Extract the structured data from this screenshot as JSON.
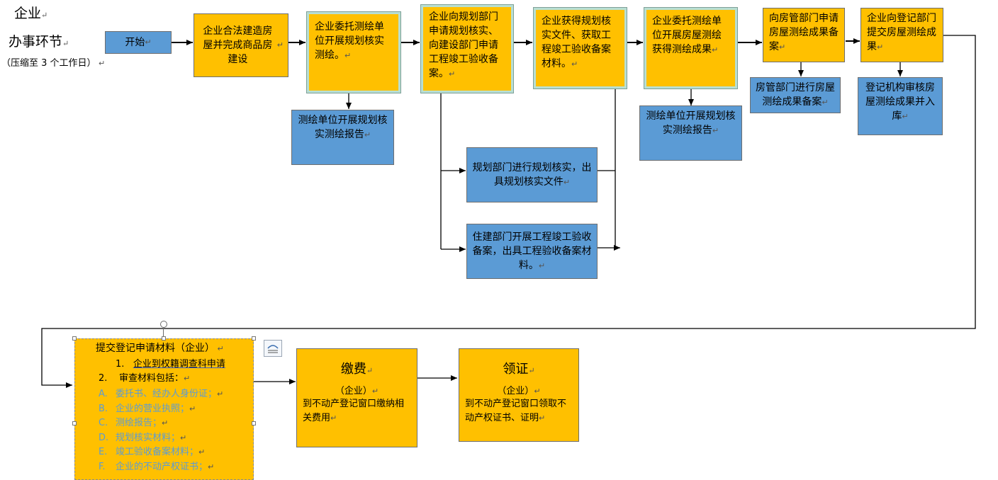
{
  "header": {
    "line1": "企业",
    "line2": "办事环节",
    "line3": "（压缩至 3 个工作日）"
  },
  "nodes": {
    "start": "开始",
    "build": "企业合法建造房屋并完成商品房建设",
    "entrust_survey": "企业委托测绘单位开展规划核实测绘。",
    "survey_report_1": "测绘单位开展规划核实测绘报告",
    "apply_planning": "企业向规划部门申请规划核实、向建设部门申请工程竣工验收备案。",
    "planning_verify": "规划部门进行规划核实，出具规划核实文件",
    "construction_accept": "住建部门开展工程竣工验收备案，出具工程验收备案材料。",
    "obtain_docs": "企业获得规划核实文件、获取工程竣工验收备案材料。",
    "entrust_house_survey": "企业委托测绘单位开展房屋测绘获得测绘成果",
    "survey_report_2": "测绘单位开展规划核实测绘报告",
    "apply_housing": "向房管部门申请房屋测绘成果备案",
    "housing_record": "房管部门进行房屋测绘成果备案",
    "submit_registry": "企业向登记部门提交房屋测绘成果",
    "registry_review": "登记机构审核房屋测绘成果并入库"
  },
  "submit_materials": {
    "title": "提交登记申请材料（企业）",
    "item1_num": "1.",
    "item1": "企业到权籍调查科申请",
    "item2_num": "2.",
    "item2": "审查材料包括：",
    "sub": [
      {
        "letter": "A.",
        "text": "委托书、经办人身份证；"
      },
      {
        "letter": "B.",
        "text": "企业的营业执照；"
      },
      {
        "letter": "C.",
        "text": "测绘报告；"
      },
      {
        "letter": "D.",
        "text": "规划核实材料；"
      },
      {
        "letter": "E.",
        "text": "竣工验收备案材料；"
      },
      {
        "letter": "F.",
        "text": "企业的不动产权证书；"
      }
    ]
  },
  "payment": {
    "title": "缴费",
    "actor": "（企业）",
    "desc": "到不动产登记窗口缴纳相关费用"
  },
  "certificate": {
    "title": "领证",
    "actor": "（企业）",
    "desc": "到不动产登记窗口领取不动产权证书、证明"
  },
  "colors": {
    "process_fill": "#ffc000",
    "authority_fill": "#5b9bd5",
    "frame_highlight": "#b8dfd3",
    "sub_item_text": "#5b9bd5",
    "paragraph_mark": "#555555"
  }
}
